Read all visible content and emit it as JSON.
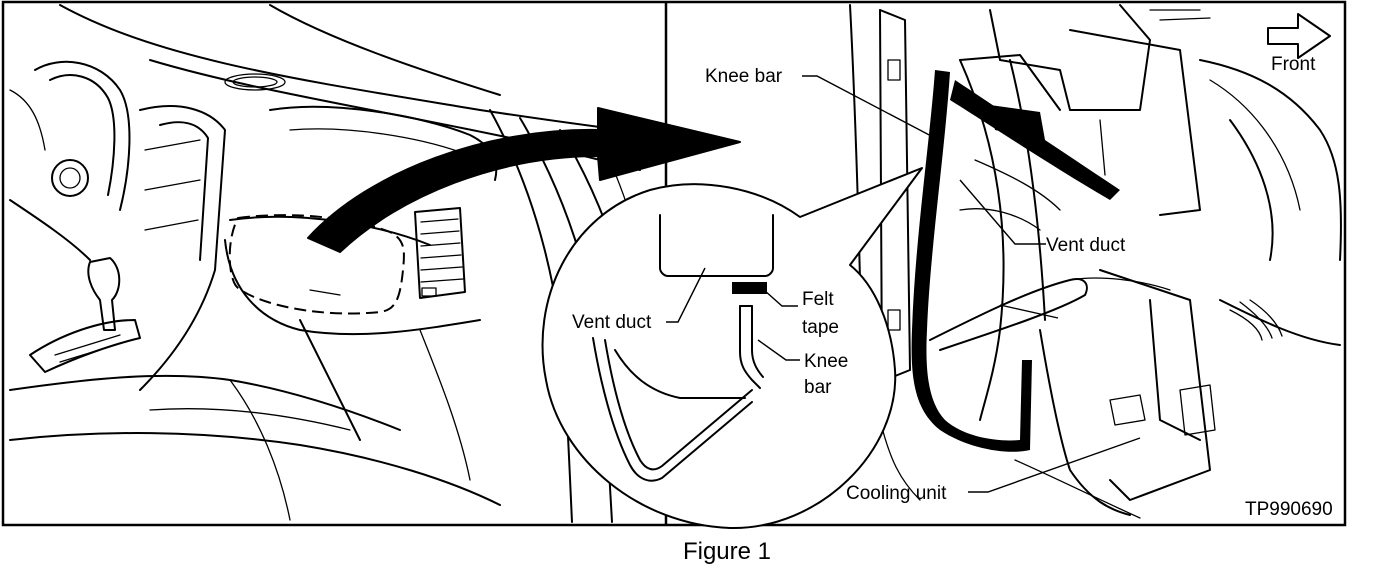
{
  "labels": {
    "knee_bar_top": "Knee bar",
    "front": "Front",
    "vent_duct_right": "Vent duct",
    "vent_duct_detail": "Vent duct",
    "felt": "Felt",
    "tape": "tape",
    "knee": "Knee",
    "bar": "bar",
    "cooling_unit": "Cooling unit",
    "part_code": "TP990690"
  },
  "caption": "Figure 1"
}
